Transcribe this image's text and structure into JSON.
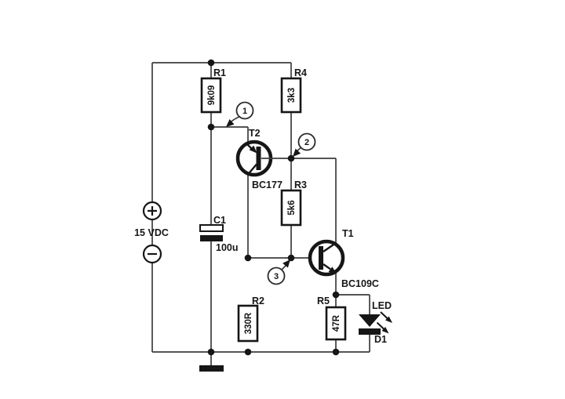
{
  "colors": {
    "background": "#ffffff",
    "wire": "#3d3d3d",
    "ink": "#161616"
  },
  "power": {
    "label": "15 VDC"
  },
  "components": {
    "r1": {
      "label": "R1",
      "value": "9k09"
    },
    "r2": {
      "label": "R2",
      "value": "330R"
    },
    "r3": {
      "label": "R3",
      "value": "5k6"
    },
    "r4": {
      "label": "R4",
      "value": "3k3"
    },
    "r5": {
      "label": "R5",
      "value": "47R"
    },
    "c1": {
      "label": "C1",
      "value": "100u"
    },
    "t1": {
      "label": "T1",
      "part": "BC109C"
    },
    "t2": {
      "label": "T2",
      "part": "BC177"
    },
    "d1": {
      "label": "D1",
      "type": "LED"
    }
  },
  "test_points": [
    {
      "label": "1"
    },
    {
      "label": "2"
    },
    {
      "label": "3"
    }
  ]
}
